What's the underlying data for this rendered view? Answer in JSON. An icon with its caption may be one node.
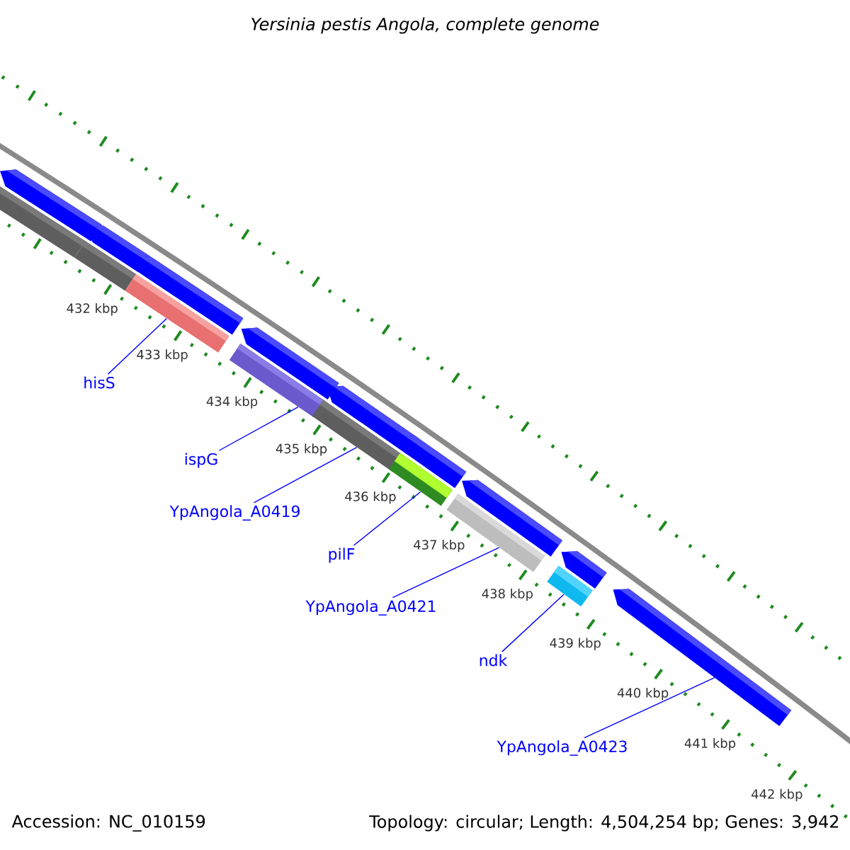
{
  "diagram": {
    "title": "Yersinia pestis Angola, complete genome",
    "nodes": [
      {
        "text": [
          "hisS"
        ]
      },
      {
        "text": [],
        "shape": "bar"
      },
      {
        "text": [
          "ispG"
        ]
      },
      {
        "text": [],
        "shape": "bar"
      },
      {
        "text": [
          "YpAngola_A0419"
        ]
      },
      {
        "text": [],
        "shape": "bar"
      },
      {
        "text": [
          "pilF"
        ]
      },
      {
        "text": [],
        "shape": "bar"
      },
      {
        "text": [
          "YpAngola_A0421"
        ]
      },
      {
        "text": [],
        "shape": "bar"
      },
      {
        "text": [
          "ndk"
        ]
      },
      {
        "text": [],
        "shape": "bar"
      },
      {
        "text": [
          "YpAngola_A0423"
        ]
      },
      {
        "text": [],
        "shape": "arrow"
      }
    ],
    "edges": [
      {
        "from": 0,
        "to": 1,
        "arrow": "none"
      },
      {
        "from": 2,
        "to": 3,
        "arrow": "none"
      },
      {
        "from": 4,
        "to": 5,
        "arrow": "none"
      },
      {
        "from": 6,
        "to": 7,
        "arrow": "none"
      },
      {
        "from": 8,
        "to": 9,
        "arrow": "none"
      },
      {
        "from": 10,
        "to": 11,
        "arrow": "none"
      },
      {
        "from": 12,
        "to": 13,
        "arrow": "none"
      }
    ],
    "labels": [
      "432 kbp",
      "433 kbp",
      "434 kbp",
      "435 kbp",
      "436 kbp",
      "437 kbp",
      "438 kbp",
      "439 kbp",
      "440 kbp",
      "441 kbp",
      "442 kbp",
      "Accession: NC_010159",
      "Topology: circular; Length: 4,504,254 bp; Genes: 3,942"
    ]
  }
}
